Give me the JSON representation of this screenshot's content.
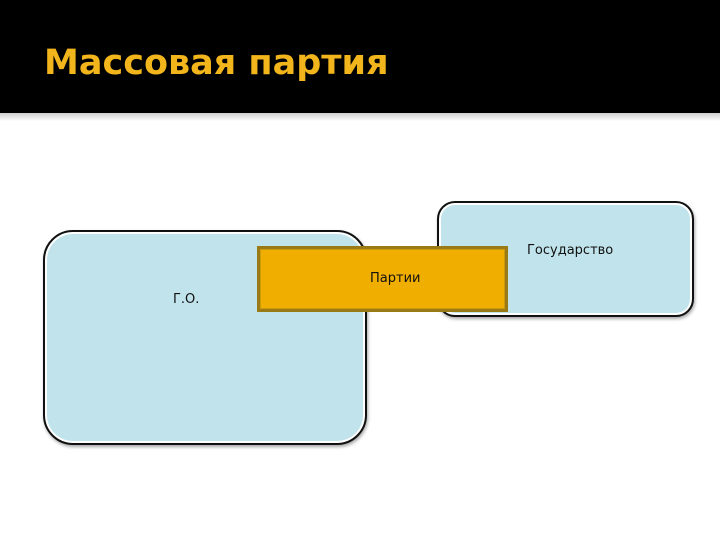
{
  "slide": {
    "title": "Массовая партия"
  },
  "diagram": {
    "nodes": [
      {
        "id": "go",
        "label": "Г.О."
      },
      {
        "id": "state",
        "label": "Государство"
      },
      {
        "id": "parties",
        "label": "Партии"
      }
    ]
  },
  "colors": {
    "title_bar": "#000000",
    "title_text": "#f2b51b",
    "box_fill": "#c1e4ec",
    "parties_fill": "#f0ae00",
    "outline": "#111111"
  }
}
